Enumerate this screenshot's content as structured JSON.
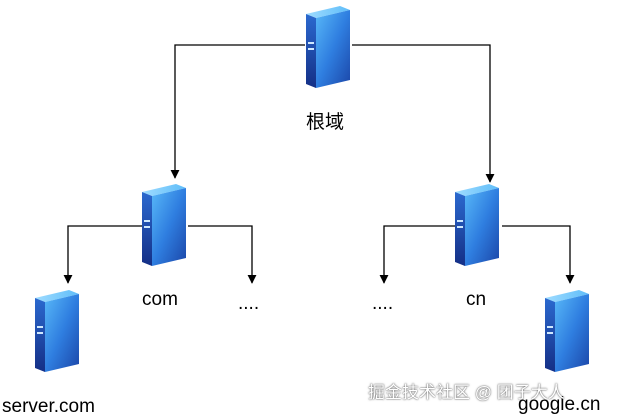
{
  "diagram": {
    "nodes": {
      "root": {
        "label": "根域"
      },
      "com": {
        "label": "com"
      },
      "com_more": {
        "label": "...."
      },
      "cn_more": {
        "label": "...."
      },
      "cn": {
        "label": "cn"
      },
      "server_com": {
        "label": "server.com"
      },
      "google_cn": {
        "label": "google.cn"
      }
    },
    "colors": {
      "server_top": "#4fb3f6",
      "server_body": "#2b6fd6",
      "server_dark": "#1a3f9e",
      "edge": "#000000"
    },
    "icon": "server-icon"
  },
  "watermark": "掘金技术社区 @ 团子大人"
}
